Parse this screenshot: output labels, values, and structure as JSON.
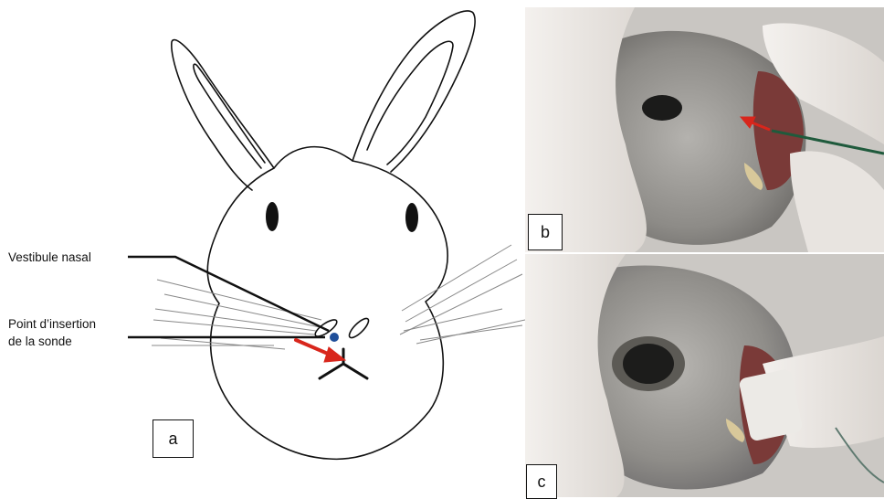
{
  "labels": {
    "vestibule": "Vestibule nasal",
    "insertion_line1": "Point d’insertion",
    "insertion_line2": "de la sonde"
  },
  "panels": {
    "a": "a",
    "b": "b",
    "c": "c"
  },
  "colors": {
    "arrow": "#d8261c",
    "insertion_dot": "#1f4f9a",
    "glove": "#ece8e4",
    "fur": "#9a9a96",
    "nose": "#7a3a38",
    "tube": "#1f5a3c"
  }
}
